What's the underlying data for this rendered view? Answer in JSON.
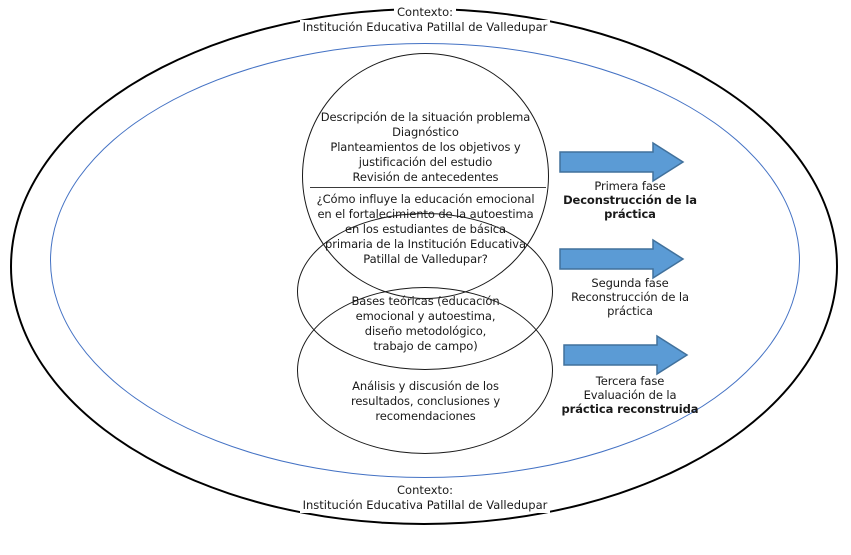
{
  "colors": {
    "arrow_fill": "#5B9BD5",
    "arrow_stroke": "#41719C",
    "outer_ellipse": "#000000",
    "inner_ellipse": "#4472C4",
    "circle_stroke": "#1a1a1a",
    "text": "#1a1a1a"
  },
  "context_top": {
    "label": "Contexto:",
    "institution": "Institución Educativa Patillal de Valledupar"
  },
  "context_bottom": {
    "label": "Contexto:",
    "institution": "Institución Educativa Patillal de Valledupar"
  },
  "phase1_circle": {
    "activities": [
      "Descripción de la situación problema",
      "Diagnóstico",
      "Planteamientos de los objetivos y",
      "justificación del estudio",
      "Revisión de antecedentes"
    ],
    "research_question": [
      "¿Cómo influye la educación emocional",
      "en el fortalecimiento de la autoestima",
      "en los estudiantes de básica",
      "primaria de la Institución Educativa",
      "Patillal de Valledupar?"
    ]
  },
  "phase2_circle": {
    "content": [
      "Bases teóricas (educación",
      "emocional y autoestima,",
      "diseño metodológico,",
      "trabajo de campo)"
    ]
  },
  "phase3_circle": {
    "content": [
      "Análisis y discusión de los",
      "resultados, conclusiones y",
      "recomendaciones"
    ]
  },
  "phases": [
    {
      "fase": "Primera fase",
      "desc1": "Deconstrucción de la",
      "desc2": "práctica"
    },
    {
      "fase": "Segunda fase",
      "desc1": "Reconstrucción de la",
      "desc2": "práctica"
    },
    {
      "fase": "Tercera fase",
      "desc1": "Evaluación de la",
      "desc2": "práctica reconstruida"
    }
  ]
}
